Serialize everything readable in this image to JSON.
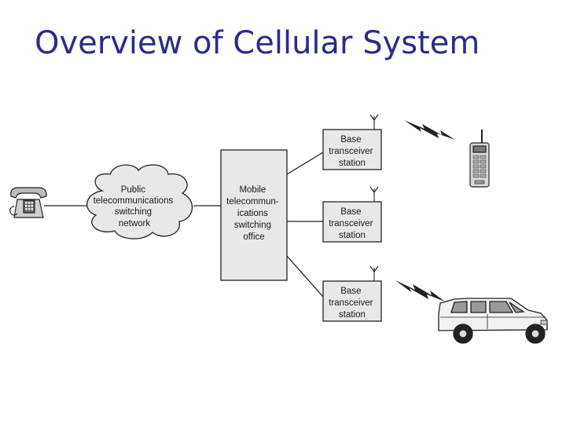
{
  "slide": {
    "title": "Overview of Cellular System"
  },
  "diagram": {
    "cloud": {
      "lines": [
        "Public",
        "telecommunications",
        "switching",
        "network"
      ]
    },
    "switching_office": {
      "lines": [
        "Mobile",
        "telecommun-",
        "ications",
        "switching",
        "office"
      ]
    },
    "base_stations": [
      {
        "lines": [
          "Base",
          "transceiver",
          "station"
        ]
      },
      {
        "lines": [
          "Base",
          "transceiver",
          "station"
        ]
      },
      {
        "lines": [
          "Base",
          "transceiver",
          "station"
        ]
      }
    ],
    "icons": [
      "telephone-icon",
      "antenna-icon",
      "lightning-bolt-icon",
      "cell-phone-icon",
      "car-icon"
    ],
    "colors": {
      "title": "#2b2b8a",
      "box_fill": "#e8e8e8",
      "stroke": "#222222"
    }
  }
}
